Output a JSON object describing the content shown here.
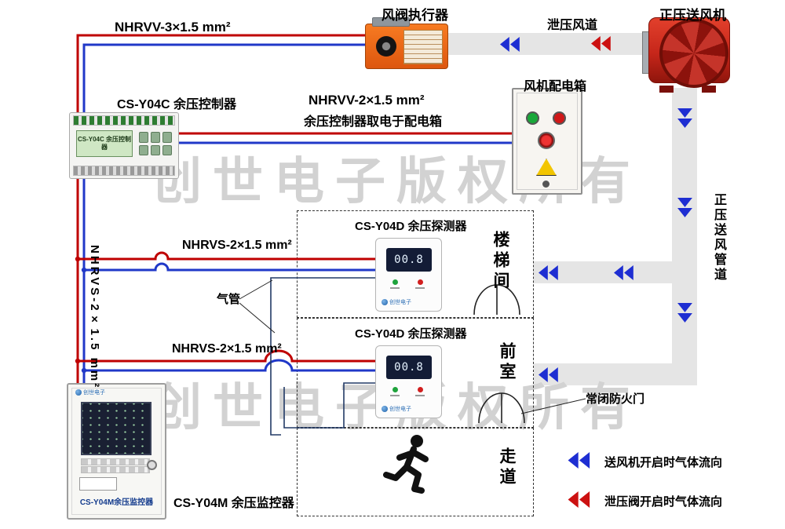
{
  "brand": "创世电子",
  "watermark": {
    "text": "创世电子版权所有"
  },
  "top": {
    "wire_label": "NHRVV-3×1.5 mm²",
    "actuator_label": "风阀执行器",
    "relief_duct_label": "泄压风道",
    "fan_label": "正压送风机"
  },
  "controller": {
    "label": "CS-Y04C 余压控制器",
    "lcd_text": "CS-Y04C 余压控制器"
  },
  "power": {
    "wire_label": "NHRVV-2×1.5 mm²",
    "wire_note": "余压控制器取电于配电箱",
    "box_label": "风机配电箱"
  },
  "left": {
    "vertical_wire_label": "NHRVS-2×1.5 mm²",
    "air_tube_label": "气管",
    "monitor_label": "CS-Y04M 余压监控器",
    "monitor_panel_text": "CS-Y04M余压监控器"
  },
  "rooms": {
    "stairwell": {
      "detector_label": "CS-Y04D 余压探测器",
      "wire_label": "NHRVS-2×1.5 mm²",
      "name": "楼梯间",
      "display": "00.8"
    },
    "anteroom": {
      "detector_label": "CS-Y04D 余压探测器",
      "wire_label": "NHRVS-2×1.5 mm²",
      "name": "前室",
      "display": "00.8"
    },
    "corridor": {
      "name": "走道"
    }
  },
  "right": {
    "supply_duct_label": "正压送风管道",
    "fire_door_label": "常闭防火门"
  },
  "legend": {
    "supply_on": "送风机开启时气体流向",
    "relief_on": "泄压阀开启时气体流向"
  },
  "colors": {
    "wire_red": "#bf0000",
    "wire_blue": "#2038c8",
    "arrow_blue": "#1e2ed2",
    "arrow_red": "#cc1111",
    "duct_gray": "#e5e5e5",
    "actuator_orange": "#ee6a14",
    "fan_red": "#c6261a",
    "watermark_gray": "#d2d2d2"
  }
}
